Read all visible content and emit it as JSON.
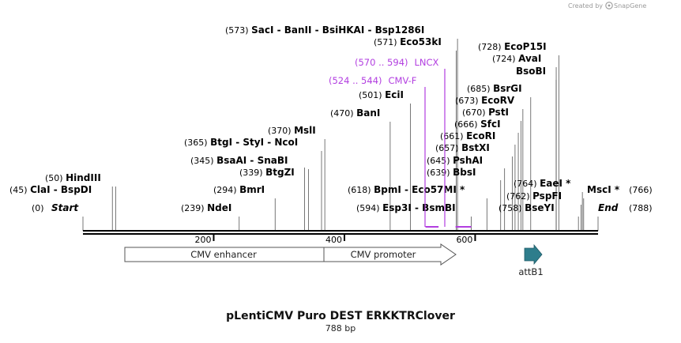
{
  "credit": {
    "prefix": "Created by",
    "brand": "SnapGene"
  },
  "map": {
    "title": "pLentiCMV Puro DEST ERKKTRClover",
    "length_label": "788 bp",
    "total_bp": 788
  },
  "enzymes": [
    {
      "pos": 0,
      "pos_label": "(0)",
      "name": "Start",
      "terminal": true
    },
    {
      "pos": 45,
      "pos_label": "(45)",
      "name": "ClaI  -  BspDI"
    },
    {
      "pos": 50,
      "pos_label": "(50)",
      "name": "HindIII"
    },
    {
      "pos": 239,
      "pos_label": "(239)",
      "name": "NdeI"
    },
    {
      "pos": 294,
      "pos_label": "(294)",
      "name": "BmrI"
    },
    {
      "pos": 339,
      "pos_label": "(339)",
      "name": "BtgZI"
    },
    {
      "pos": 345,
      "pos_label": "(345)",
      "name": "BsaAI  -  SnaBI"
    },
    {
      "pos": 365,
      "pos_label": "(365)",
      "name": "BtgI  -  StyI  -  NcoI"
    },
    {
      "pos": 370,
      "pos_label": "(370)",
      "name": "MslI"
    },
    {
      "pos": 470,
      "pos_label": "(470)",
      "name": "BanI"
    },
    {
      "pos": 501,
      "pos_label": "(501)",
      "name": "EciI"
    },
    {
      "pos": 571,
      "pos_label": "(571)",
      "name": "Eco53kI"
    },
    {
      "pos": 573,
      "pos_label": "(573)",
      "name": "SacI  -  BanII  -  BsiHKAI  -  Bsp1286I"
    },
    {
      "pos": 594,
      "pos_label": "(594)",
      "name": "Esp3I  -  BsmBI"
    },
    {
      "pos": 618,
      "pos_label": "(618)",
      "name": "BpmI  -  Eco57MI *"
    },
    {
      "pos": 639,
      "pos_label": "(639)",
      "name": "BbsI"
    },
    {
      "pos": 645,
      "pos_label": "(645)",
      "name": "PshAI"
    },
    {
      "pos": 657,
      "pos_label": "(657)",
      "name": "BstXI"
    },
    {
      "pos": 661,
      "pos_label": "(661)",
      "name": "EcoRI"
    },
    {
      "pos": 666,
      "pos_label": "(666)",
      "name": "SfcI"
    },
    {
      "pos": 670,
      "pos_label": "(670)",
      "name": "PstI"
    },
    {
      "pos": 673,
      "pos_label": "(673)",
      "name": "EcoRV"
    },
    {
      "pos": 685,
      "pos_label": "(685)",
      "name": "BsrGI"
    },
    {
      "pos": 724,
      "pos_label": "(724)",
      "name": "AvaI"
    },
    {
      "pos": 724,
      "pos_label": "",
      "name": "BsoBI"
    },
    {
      "pos": 728,
      "pos_label": "(728)",
      "name": "EcoP15I"
    },
    {
      "pos": 758,
      "pos_label": "(758)",
      "name": "BseYI"
    },
    {
      "pos": 762,
      "pos_label": "(762)",
      "name": "PspFI"
    },
    {
      "pos": 764,
      "pos_label": "(764)",
      "name": "EaeI *"
    },
    {
      "pos": 766,
      "pos_label": "(766)",
      "name": "MscI *"
    },
    {
      "pos": 788,
      "pos_label": "(788)",
      "name": "End",
      "terminal": true
    }
  ],
  "primers": [
    {
      "range_label": "(524 .. 544)",
      "name": "CMV-F",
      "start": 524,
      "end": 544,
      "color": "#b23ee0"
    },
    {
      "range_label": "(570 .. 594)",
      "name": "LNCX",
      "start": 570,
      "end": 594,
      "color": "#b23ee0"
    }
  ],
  "ticks": [
    {
      "pos": 200,
      "label": "200"
    },
    {
      "pos": 400,
      "label": "400"
    },
    {
      "pos": 600,
      "label": "600"
    }
  ],
  "features": [
    {
      "name": "CMV enhancer",
      "start": 65,
      "end": 368,
      "type": "region"
    },
    {
      "name": "CMV promoter",
      "start": 368,
      "end": 572,
      "type": "arrow"
    },
    {
      "name": "attB1",
      "start": 700,
      "end": 725,
      "type": "small-arrow",
      "color": "#2e7d8c"
    }
  ]
}
